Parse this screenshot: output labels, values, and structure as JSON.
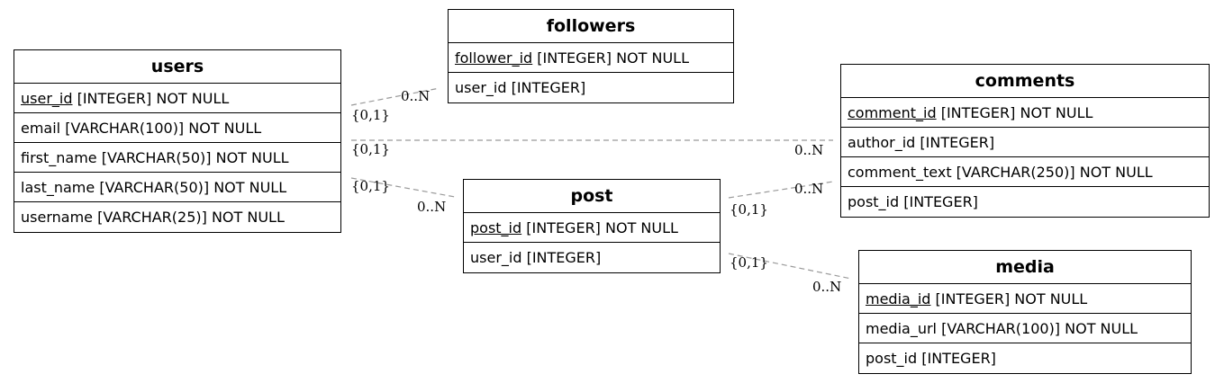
{
  "entities": {
    "users": {
      "title": "users",
      "fields": [
        {
          "name": "user_id",
          "type": " [INTEGER] NOT NULL"
        },
        {
          "name": "email",
          "type": " [VARCHAR(100)] NOT NULL"
        },
        {
          "name": "first_name",
          "type": " [VARCHAR(50)] NOT NULL"
        },
        {
          "name": "last_name",
          "type": " [VARCHAR(50)] NOT NULL"
        },
        {
          "name": "username",
          "type": " [VARCHAR(25)] NOT NULL"
        }
      ]
    },
    "followers": {
      "title": "followers",
      "fields": [
        {
          "name": "follower_id",
          "type": " [INTEGER] NOT NULL"
        },
        {
          "name": "user_id",
          "type": " [INTEGER]"
        }
      ]
    },
    "comments": {
      "title": "comments",
      "fields": [
        {
          "name": "comment_id",
          "type": " [INTEGER] NOT NULL"
        },
        {
          "name": "author_id",
          "type": " [INTEGER]"
        },
        {
          "name": "comment_text",
          "type": " [VARCHAR(250)] NOT NULL"
        },
        {
          "name": "post_id",
          "type": " [INTEGER]"
        }
      ]
    },
    "post": {
      "title": "post",
      "fields": [
        {
          "name": "post_id",
          "type": " [INTEGER] NOT NULL"
        },
        {
          "name": "user_id",
          "type": " [INTEGER]"
        }
      ]
    },
    "media": {
      "title": "media",
      "fields": [
        {
          "name": "media_id",
          "type": " [INTEGER] NOT NULL"
        },
        {
          "name": "media_url",
          "type": " [VARCHAR(100)] NOT NULL"
        },
        {
          "name": "post_id",
          "type": " [INTEGER]"
        }
      ]
    }
  },
  "relationships": [
    {
      "from": "users",
      "to": "followers",
      "from_card": "{0,1}",
      "to_card": "0..N"
    },
    {
      "from": "users",
      "to": "comments",
      "from_card": "{0,1}",
      "to_card": "0..N"
    },
    {
      "from": "users",
      "to": "post",
      "from_card": "{0,1}",
      "to_card": "0..N"
    },
    {
      "from": "post",
      "to": "comments",
      "from_card": "{0,1}",
      "to_card": "0..N"
    },
    {
      "from": "post",
      "to": "media",
      "from_card": "{0,1}",
      "to_card": "0..N"
    }
  ],
  "style": {
    "line_color": "#999999",
    "border_color": "#000000"
  }
}
